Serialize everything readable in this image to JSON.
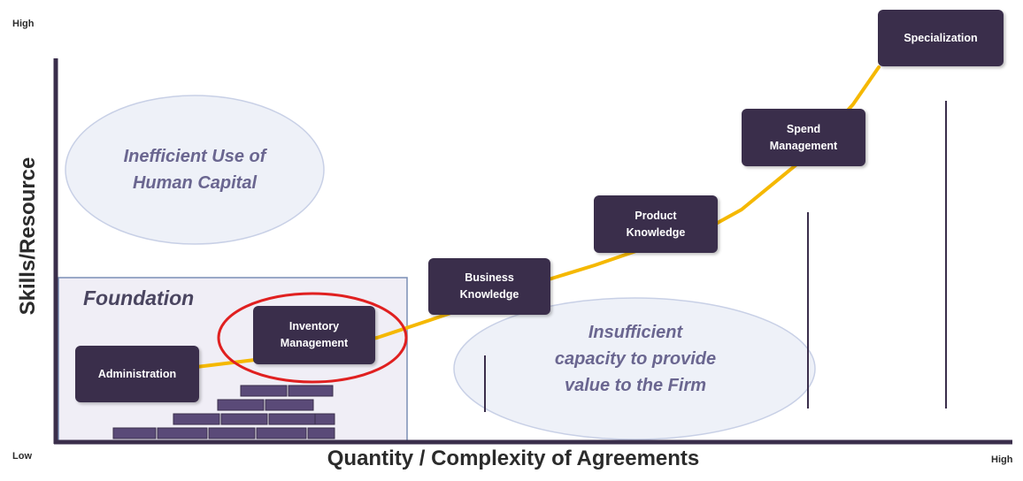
{
  "axes": {
    "y_title": "Skills/Resource",
    "x_title": "Quantity / Complexity of Agreements",
    "y_high": "High",
    "y_low": "Low",
    "x_high": "High"
  },
  "foundation": {
    "title": "Foundation"
  },
  "nodes": [
    {
      "key": "administration",
      "label": "Administration"
    },
    {
      "key": "inventory",
      "label": "Inventory\nManagement",
      "highlighted": true
    },
    {
      "key": "business",
      "label": "Business\nKnowledge"
    },
    {
      "key": "product",
      "label": "Product\nKnowledge"
    },
    {
      "key": "spend",
      "label": "Spend\nManagement"
    },
    {
      "key": "specialization",
      "label": "Specialization"
    }
  ],
  "zones": {
    "inefficient": "Inefficient Use of\nHuman Capital",
    "insufficient": "Insufficient\ncapacity to provide\nvalue to the Firm"
  },
  "colors": {
    "box": "#3a2e4b",
    "path": "#f5b800",
    "highlight_ring": "#e02020",
    "axis": "#3a2e4b",
    "ellipse_fill": "#eef1f8",
    "ellipse_stroke": "#c8d0e6",
    "foundation_fill": "#f0eef6",
    "foundation_border": "#7b8fb5",
    "brick": "#5a4a78"
  }
}
